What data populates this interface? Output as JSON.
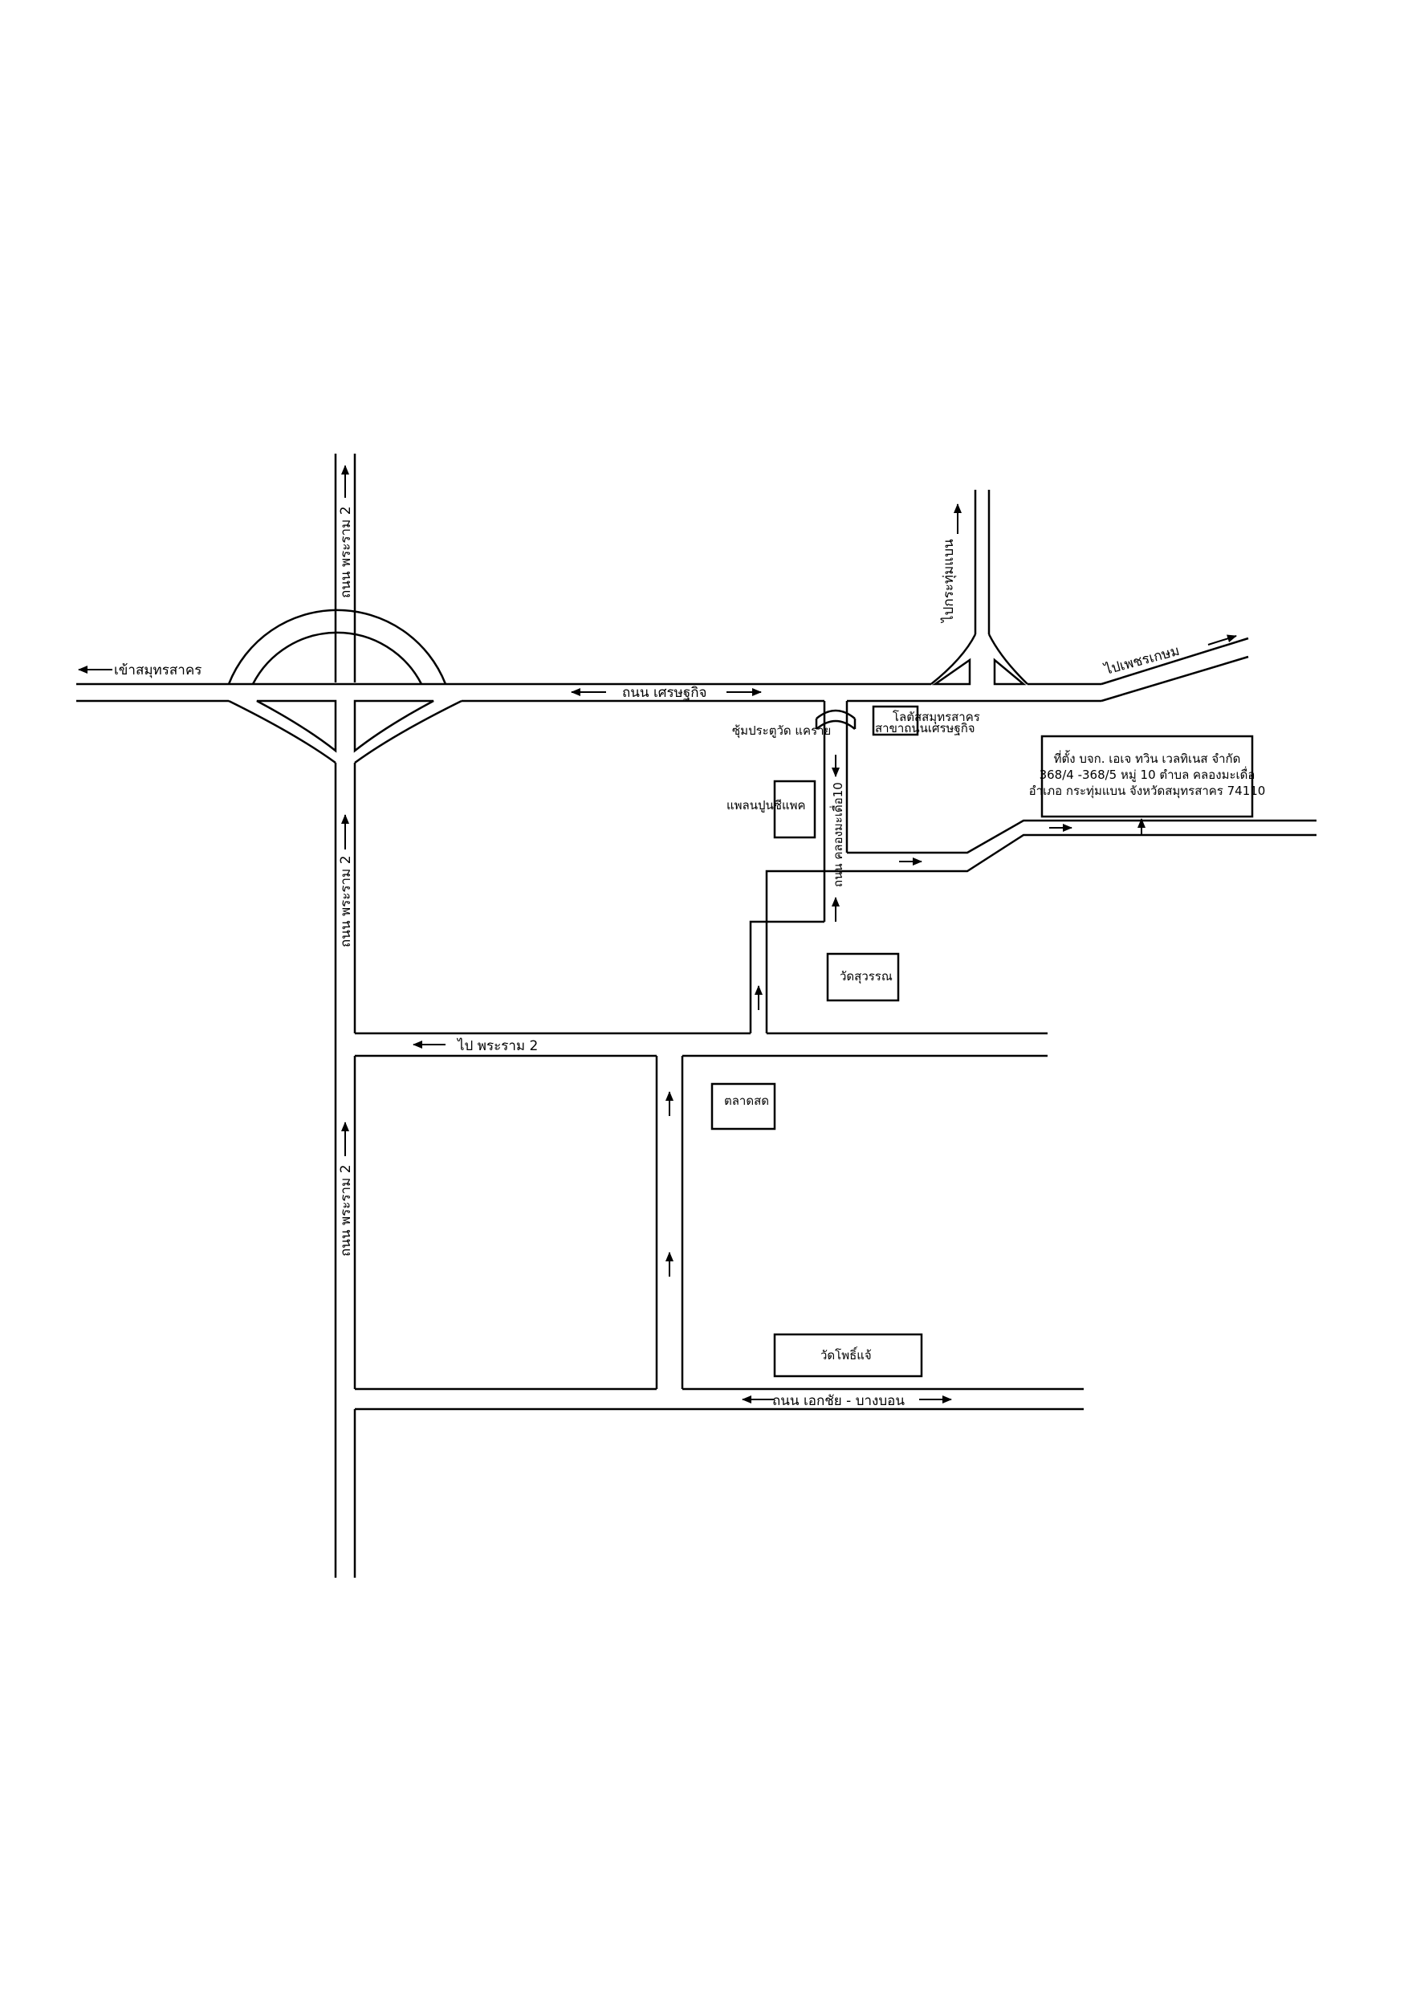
{
  "roads": {
    "rama2_top": "ถนน พระราม 2",
    "rama2_mid": "ถนน พระราม 2",
    "rama2_low": "ถนน พระราม 2",
    "to_samut_sakhon": "เข้าสมุทรสาคร",
    "setthakit": "ถนน เศรษฐกิจ",
    "to_krathum_baen": "ไปกระทุ่มแบน",
    "to_phetkasem": "ไปเพชรเกษม",
    "khlong_maduea": "ถนน คลองมะเดื่อ10",
    "to_rama2": "ไป  พระราม 2",
    "ekachai_bangbon": "ถนน เอกชัย - บางบอน"
  },
  "landmarks": {
    "soi_gate": "ซุ้มประตูวัด แคราย",
    "lotus_line1": "โลตัสสมุทรสาคร",
    "lotus_line2": "สาขาถนนเศรษฐกิจ",
    "cpac": "แพลนปูนซีแพค",
    "wat_suwan": "วัดสุวรรณ",
    "market": "ตลาดสด",
    "wat_pho": "วัดโพธิ์แจ้"
  },
  "company": {
    "line1": "ที่ตั้ง บจก. เอเจ ทวิน เวลทิเนส จำกัด",
    "line2": "368/4 -368/5 หมู่ 10 ตำบล คลองมะเดื่อ",
    "line3": "อำเภอ กระทุ่มแบน จังหวัดสมุทรสาคร 74110"
  }
}
